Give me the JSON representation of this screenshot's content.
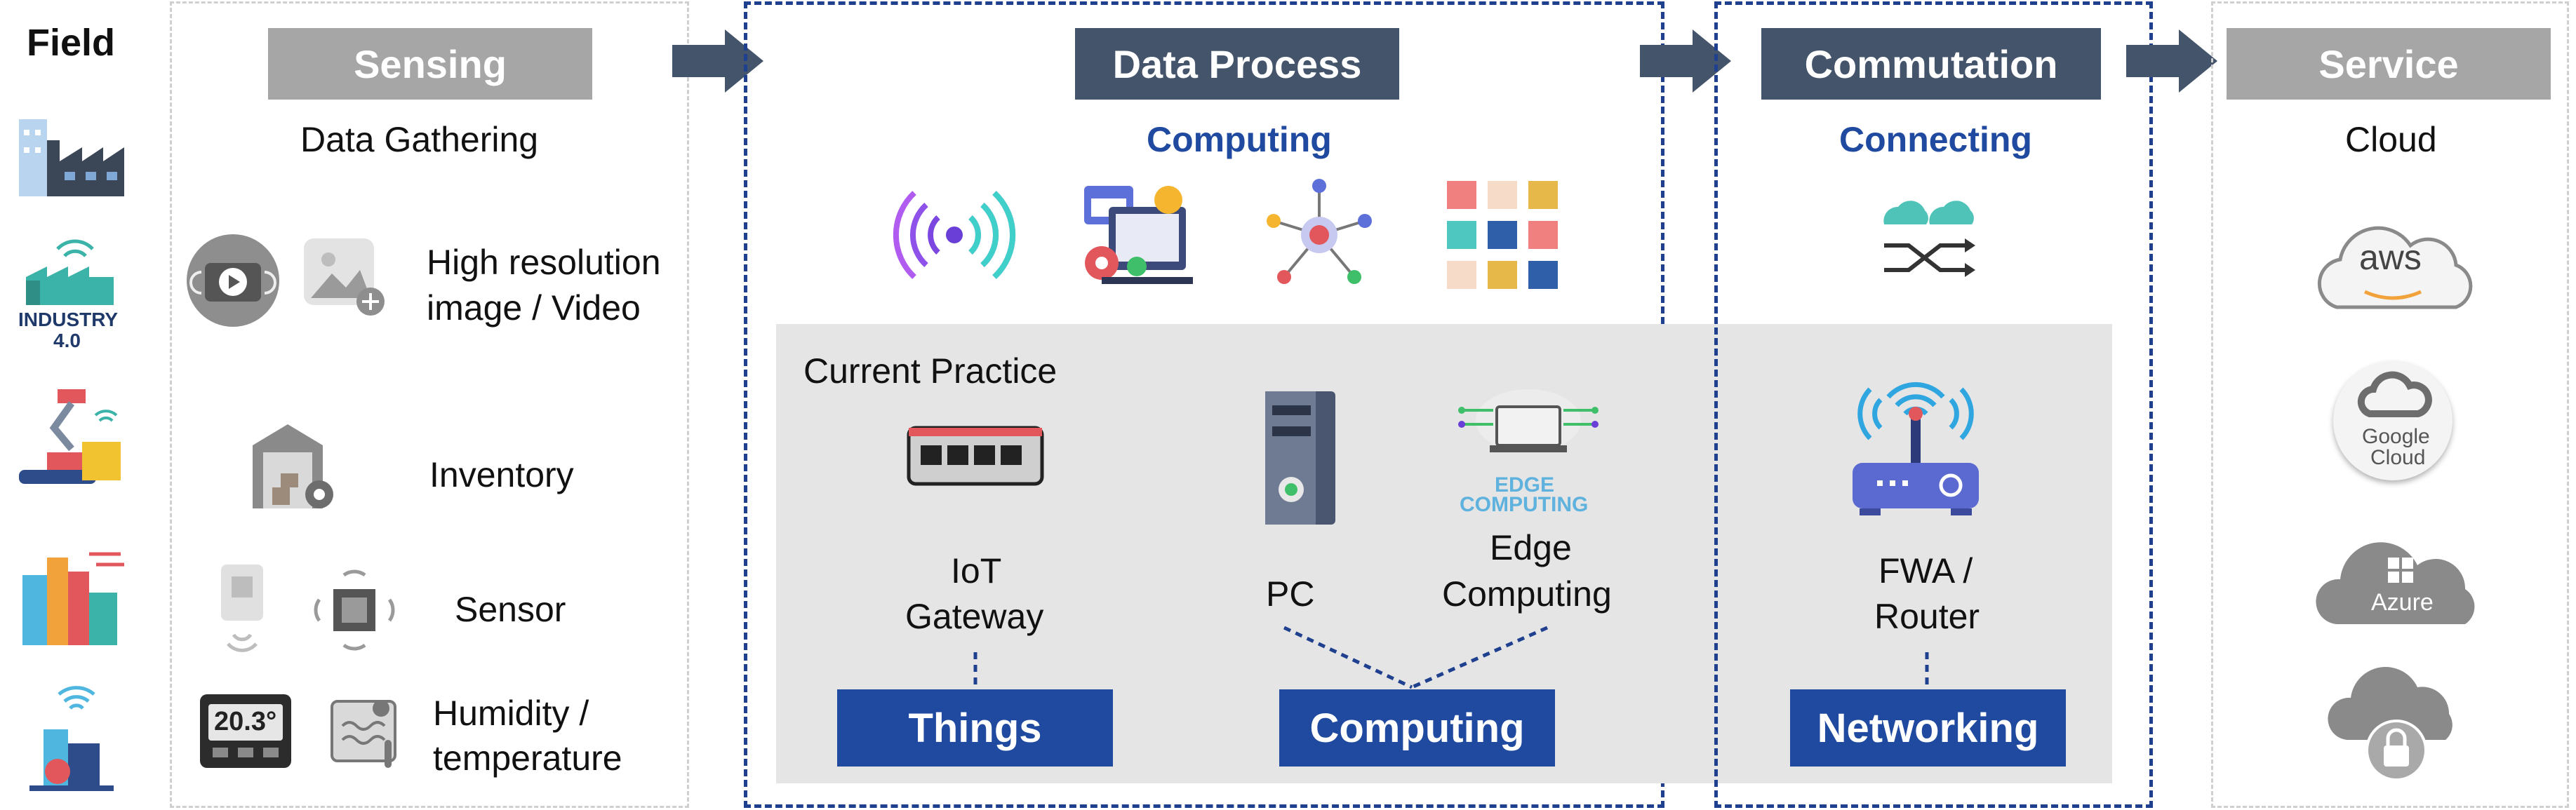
{
  "field": {
    "title": "Field",
    "icons": [
      "factory-icon",
      "industry-4-icon",
      "robot-arm-icon",
      "smart-city-icon",
      "smart-building-icon"
    ],
    "industry_label_1": "INDUSTRY",
    "industry_label_2": "4.0"
  },
  "sensing": {
    "header": "Sensing",
    "subtitle": "Data Gathering",
    "items": [
      {
        "line1": "High resolution",
        "line2": "image / Video"
      },
      {
        "line1": "Inventory"
      },
      {
        "line1": "Sensor"
      },
      {
        "line1": "Humidity /",
        "line2": "temperature"
      }
    ],
    "thermostat_reading": "20.3°"
  },
  "data_process": {
    "header": "Data  Process",
    "subtitle": "Computing",
    "current_practice": "Current Practice",
    "iot_gateway": {
      "line1": "IoT",
      "line2": "Gateway"
    },
    "pc": "PC",
    "edge": {
      "line1": "Edge",
      "line2": "Computing"
    },
    "edge_logo_1": "EDGE",
    "edge_logo_2": "COMPUTING",
    "things_button": "Things",
    "computing_button": "Computing"
  },
  "commutation": {
    "header": "Commutation",
    "subtitle": "Connecting",
    "router": {
      "line1": "FWA /",
      "line2": "Router"
    },
    "networking_button": "Networking"
  },
  "service": {
    "header": "Service",
    "subtitle": "Cloud",
    "aws": "aws",
    "google_1": "Google",
    "google_2": "Cloud",
    "azure": "Azure"
  },
  "colors": {
    "header_gray": "#a6a6a6",
    "header_navy": "#44546a",
    "accent_blue": "#1f4aa0",
    "practice_bg": "#e5e5e5"
  }
}
